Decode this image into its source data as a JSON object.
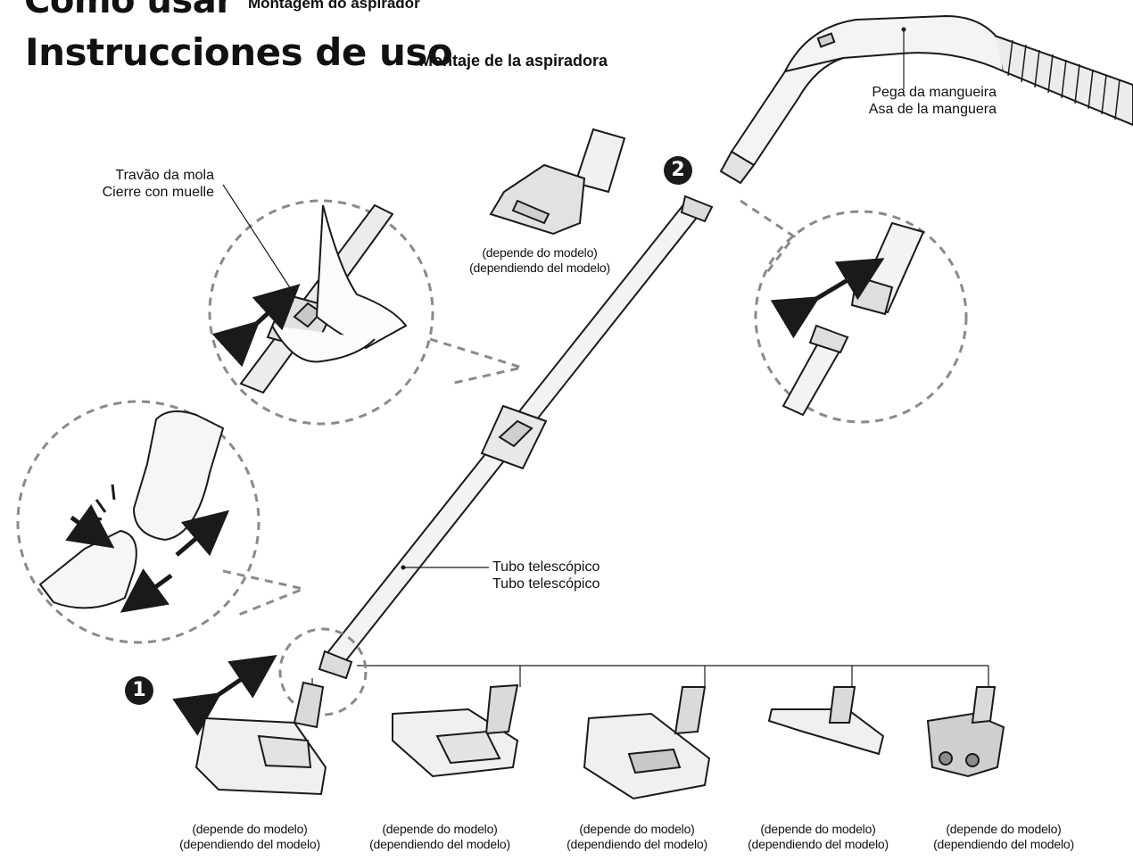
{
  "titles": {
    "pt_title": "Como usar",
    "pt_subtitle": "Montagem do aspirador",
    "es_title": "Instrucciones de uso",
    "es_subtitle": "Montaje de la aspiradora"
  },
  "labels": {
    "hose_handle": [
      "Pega da mangueira",
      "Asa de la manguera"
    ],
    "spring_lock": [
      "Travão da mola",
      "Cierre con muelle"
    ],
    "telescopic_tube": [
      "Tubo telescópico",
      "Tubo telescópico"
    ],
    "accessory_caption": [
      "(depende do modelo)",
      "(dependiendo del modelo)"
    ]
  },
  "steps": [
    "1",
    "2"
  ],
  "nozzle_captions": [
    [
      "(depende do modelo)",
      "(dependiendo del modelo)"
    ],
    [
      "(depende do modelo)",
      "(dependiendo del modelo)"
    ],
    [
      "(depende do modelo)",
      "(dependiendo del modelo)"
    ],
    [
      "(depende do modelo)",
      "(dependiendo del modelo)"
    ],
    [
      "(depende do modelo)",
      "(dependiendo del modelo)"
    ]
  ],
  "icons": [
    "telescopic-tube-icon",
    "hose-handle-icon",
    "floor-nozzle-icon",
    "spring-lock-icon",
    "arrow-icon"
  ],
  "colors": {
    "line": "#1a1a1a",
    "dashed": "#8a8a8a",
    "fill_light": "#f2f2f2",
    "fill_mid": "#d9d9d9"
  }
}
